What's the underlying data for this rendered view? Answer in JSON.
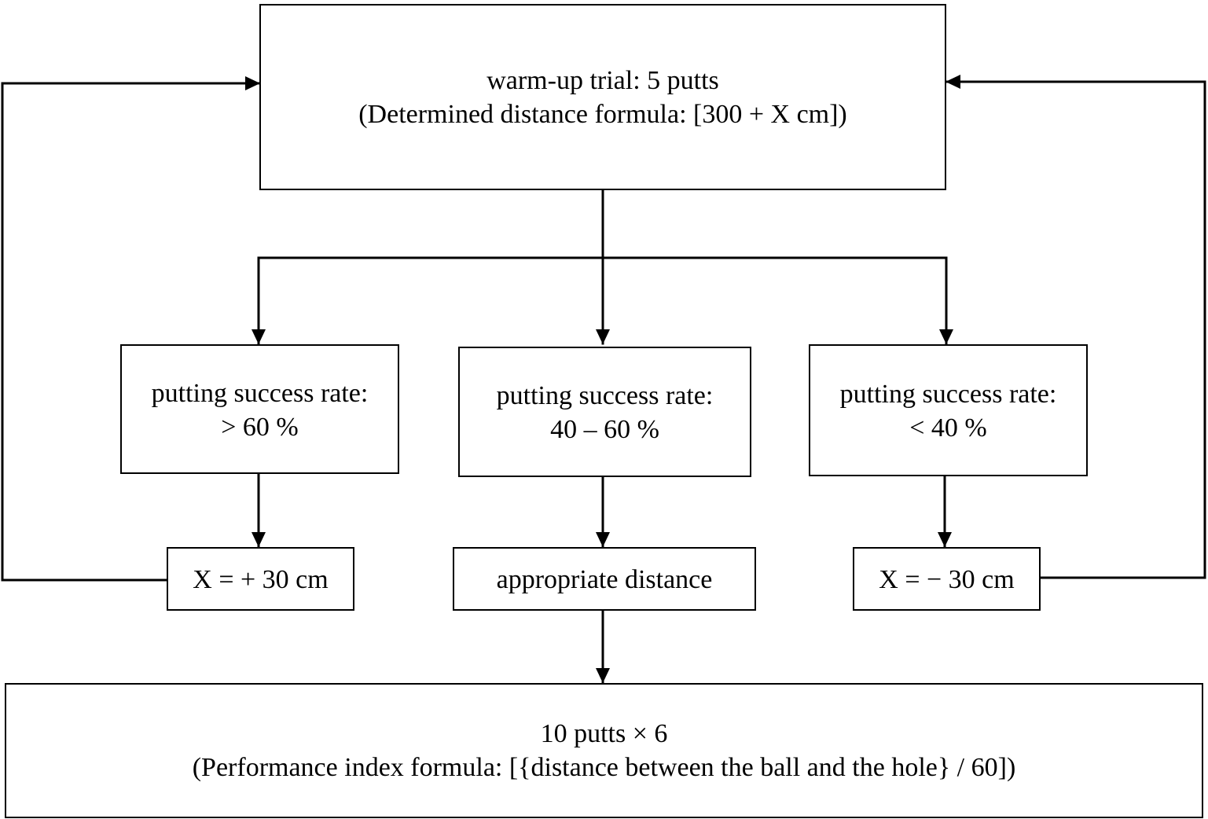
{
  "warmup": {
    "line1": "warm-up trial: 5 putts",
    "line2": "(Determined distance formula: [300 + X cm])"
  },
  "high": {
    "line1": "putting success rate:",
    "line2": "> 60 %"
  },
  "mid": {
    "line1": "putting success rate:",
    "line2": "40 – 60 %"
  },
  "low": {
    "line1": "putting success rate:",
    "line2": "< 40 %"
  },
  "plus": {
    "label": "X = + 30 cm"
  },
  "approp": {
    "label": "appropriate distance"
  },
  "minus": {
    "label": "X = − 30 cm"
  },
  "final": {
    "line1": "10 putts × 6",
    "line2": "(Performance index formula: [{distance between the ball and the hole} / 60])"
  },
  "colors": {
    "stroke": "#000000",
    "background": "#ffffff"
  }
}
